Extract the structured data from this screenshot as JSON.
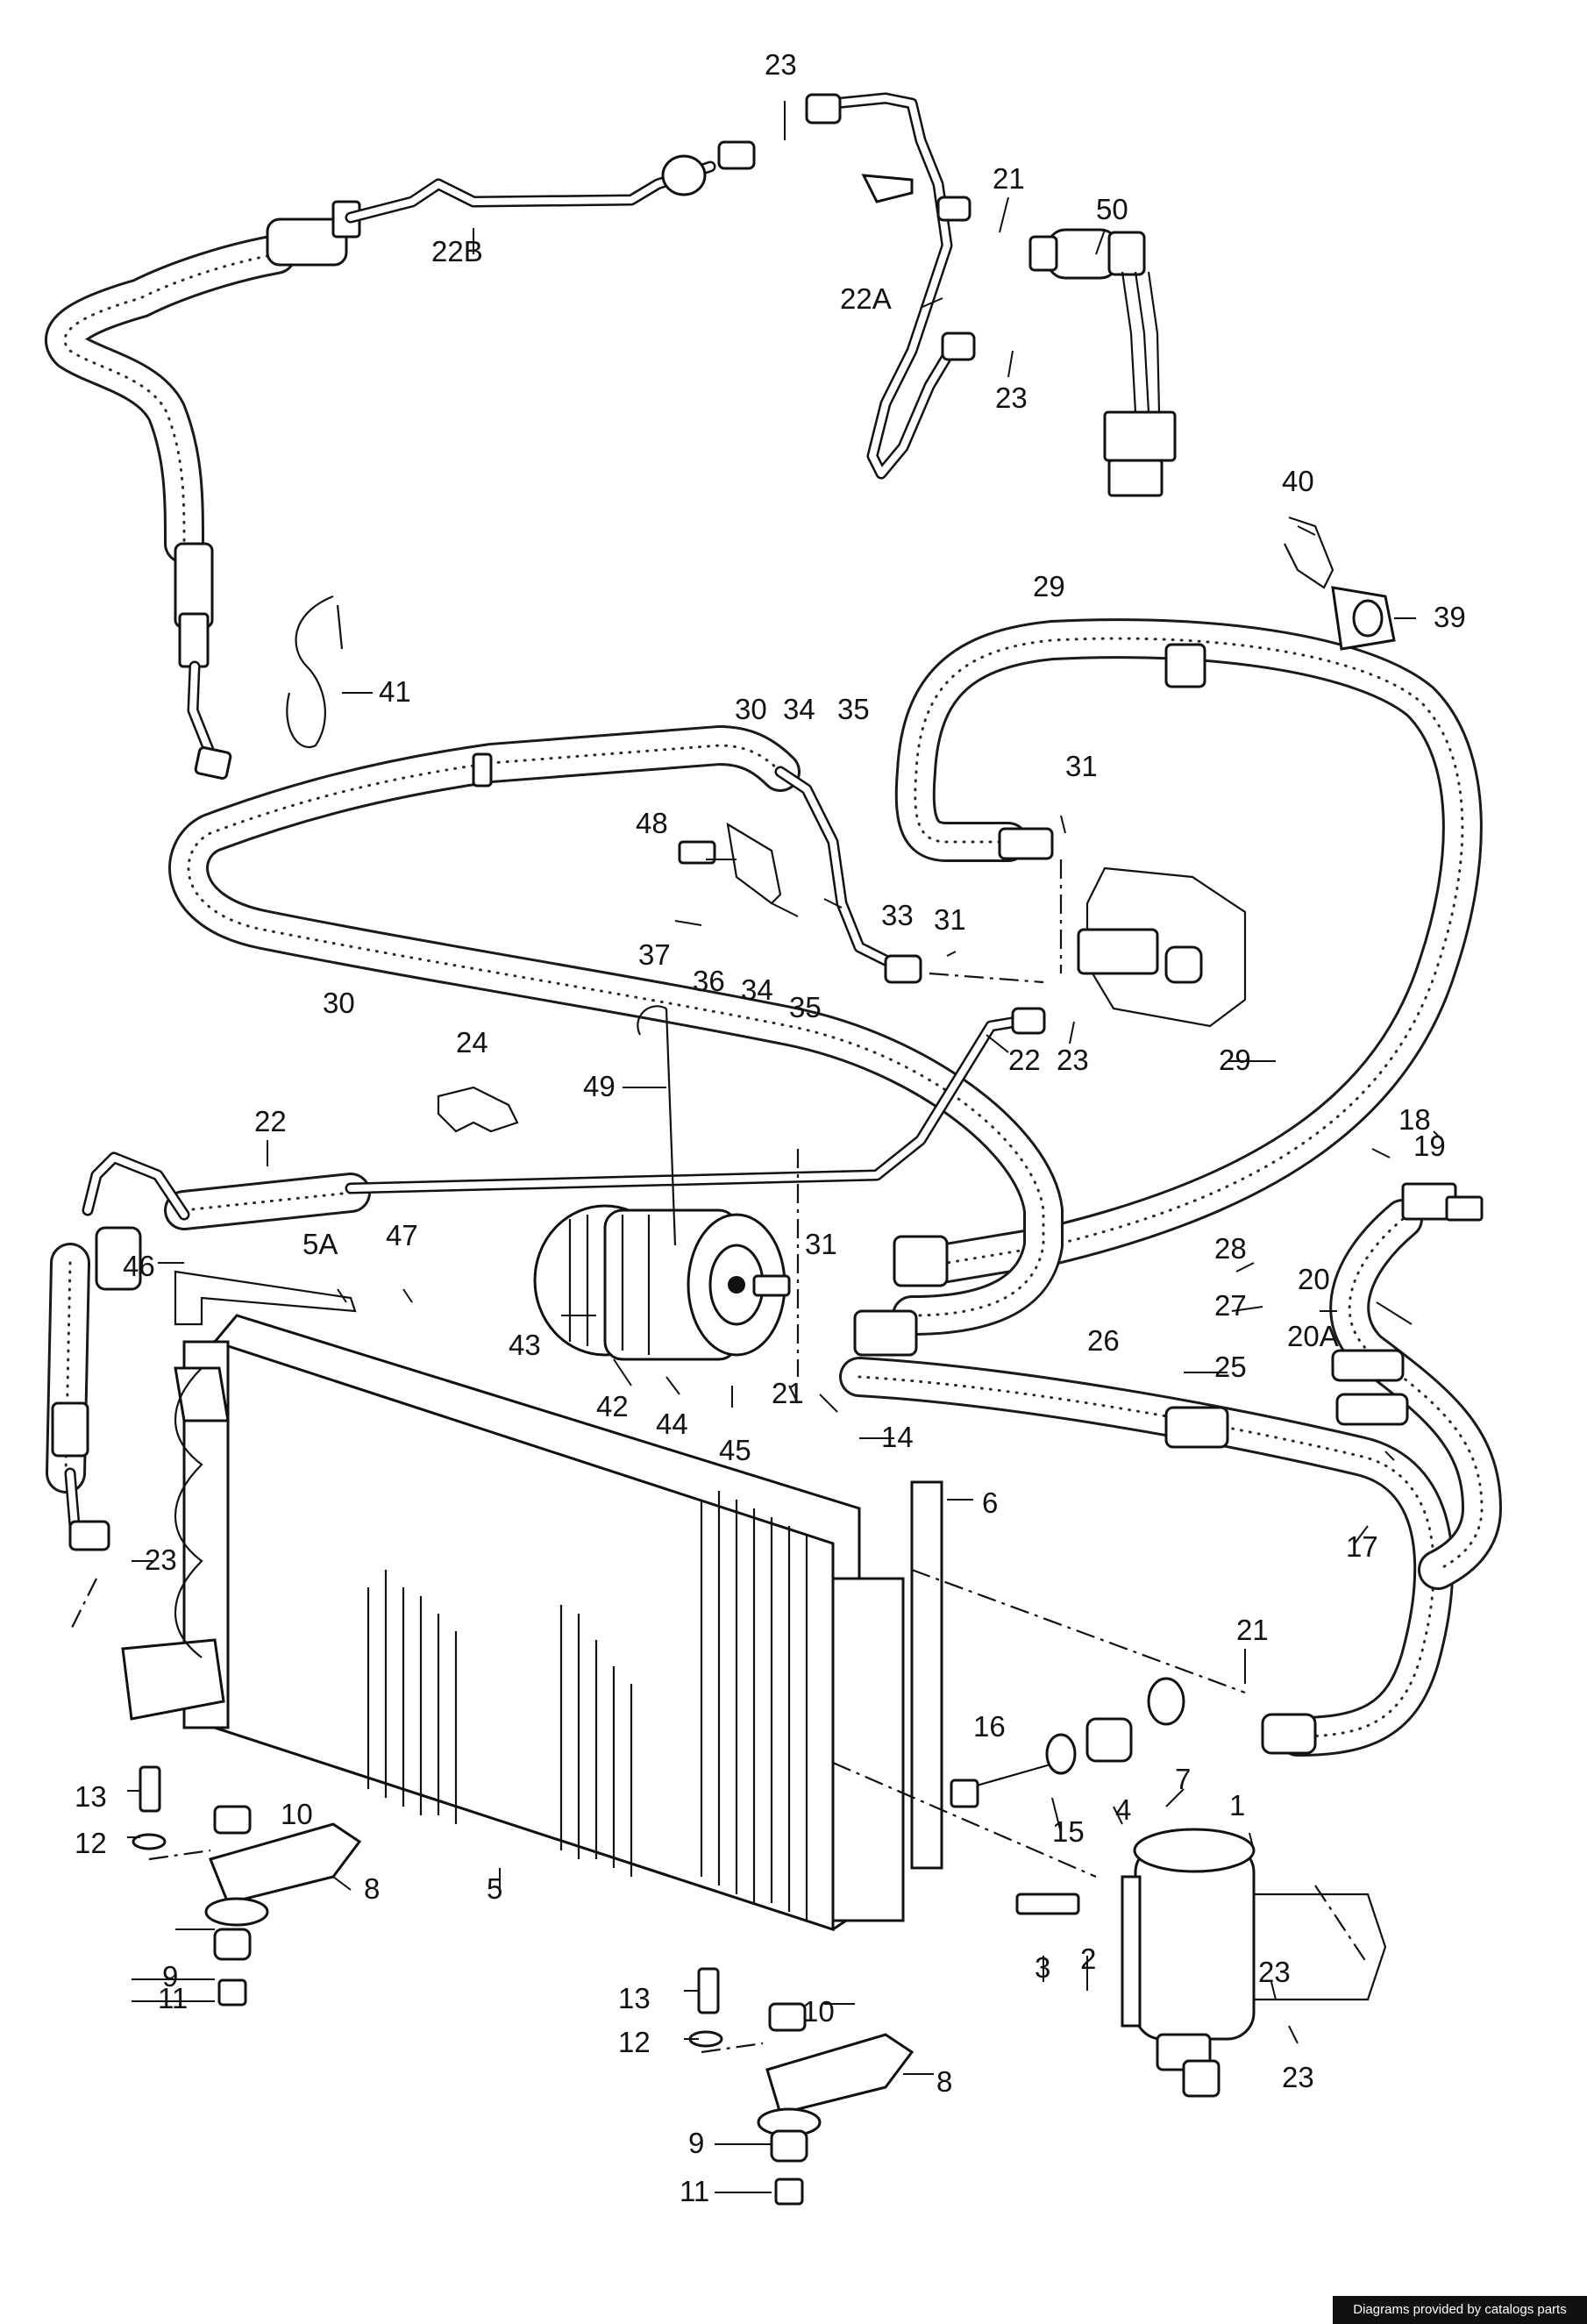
{
  "labels": {
    "l1": "1",
    "l2": "2",
    "l3": "3",
    "l4": "4",
    "l5": "5",
    "l5a": "5A",
    "l6": "6",
    "l7": "7",
    "l8a": "8",
    "l8b": "8",
    "l9a": "9",
    "l9b": "9",
    "l10a": "10",
    "l10b": "10",
    "l11a": "11",
    "l11b": "11",
    "l12a": "12",
    "l12b": "12",
    "l13a": "13",
    "l13b": "13",
    "l14": "14",
    "l15": "15",
    "l16": "16",
    "l17": "17",
    "l18": "18",
    "l19": "19",
    "l20": "20",
    "l20a": "20A",
    "l21a": "21",
    "l21b": "21",
    "l21c": "21",
    "l22a": "22",
    "l22b": "22",
    "l22A": "22A",
    "l22B": "22B",
    "l23a": "23",
    "l23b": "23",
    "l23c": "23",
    "l23d": "23",
    "l23e": "23",
    "l23f": "23",
    "l24": "24",
    "l25": "25",
    "l26": "26",
    "l27": "27",
    "l28": "28",
    "l29a": "29",
    "l29b": "29",
    "l30a": "30",
    "l30b": "30",
    "l31a": "31",
    "l31b": "31",
    "l31c": "31",
    "l33": "33",
    "l34a": "34",
    "l34b": "34",
    "l35a": "35",
    "l35b": "35",
    "l36": "36",
    "l37": "37",
    "l39": "39",
    "l40": "40",
    "l41": "41",
    "l42": "42",
    "l43": "43",
    "l44": "44",
    "l45": "45",
    "l46": "46",
    "l47": "47",
    "l48": "48",
    "l49": "49",
    "l50": "50"
  },
  "footer": {
    "credit": "Diagrams provided by catalogs parts"
  },
  "colors": {
    "ink": "#111111",
    "paper": "#ffffff"
  }
}
